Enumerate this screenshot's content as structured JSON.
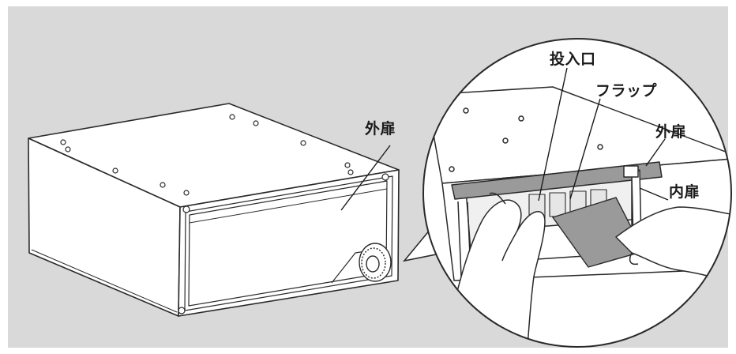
{
  "labels": {
    "outer_door_main": "外扉",
    "slot": "投入口",
    "flap": "フラップ",
    "outer_door_zoom": "外扉",
    "inner_door": "内扉"
  },
  "colors": {
    "background": "#d9d9d9",
    "body_fill": "#ffffff",
    "line": "#2a2a2a",
    "door_highlight": "#9a9a9a"
  }
}
